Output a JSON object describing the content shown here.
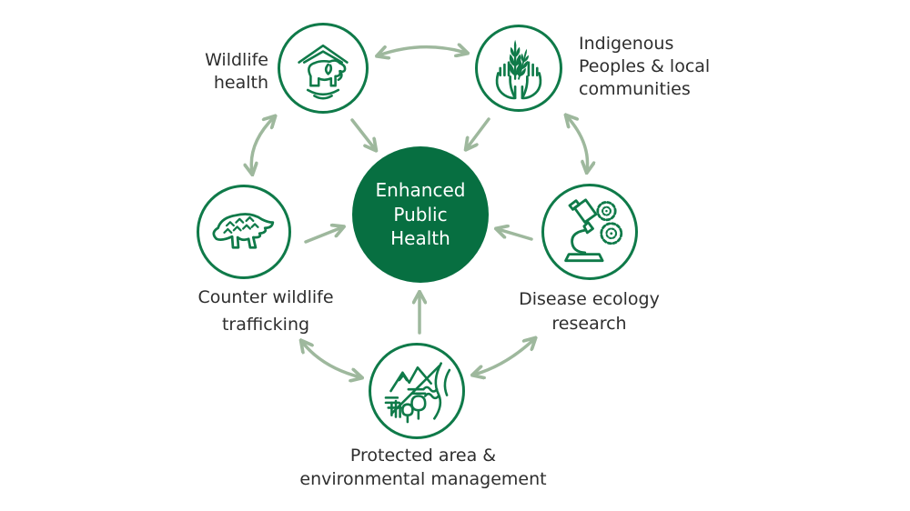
{
  "diagram": {
    "hub": {
      "label": "Enhanced\nPublic\nHealth",
      "fill_color": "#076f41",
      "text_color": "#ffffff"
    },
    "nodes": [
      {
        "id": "wildlife-health",
        "label": "Wildlife\nhealth",
        "icon": "elephant-shield-icon"
      },
      {
        "id": "indigenous-peoples",
        "label": "Indigenous\nPeoples & local\ncommunities",
        "icon": "hands-wheat-icon"
      },
      {
        "id": "disease-ecology",
        "label": "Disease ecology\nresearch",
        "icon": "microscope-virus-icon"
      },
      {
        "id": "protected-area",
        "label": "Protected area &\nenvironmental management",
        "icon": "landscape-globe-icon"
      },
      {
        "id": "counter-trafficking",
        "label": "Counter wildlife\ntrafficking",
        "icon": "pangolin-icon"
      }
    ],
    "connections": [
      {
        "from": "wildlife-health",
        "to": "indigenous-peoples",
        "bidirectional": true
      },
      {
        "from": "wildlife-health",
        "to": "counter-trafficking",
        "bidirectional": true
      },
      {
        "from": "indigenous-peoples",
        "to": "disease-ecology",
        "bidirectional": true
      },
      {
        "from": "counter-trafficking",
        "to": "protected-area",
        "bidirectional": true
      },
      {
        "from": "disease-ecology",
        "to": "protected-area",
        "bidirectional": true
      },
      {
        "from": "wildlife-health",
        "to": "hub",
        "bidirectional": false
      },
      {
        "from": "indigenous-peoples",
        "to": "hub",
        "bidirectional": false
      },
      {
        "from": "counter-trafficking",
        "to": "hub",
        "bidirectional": false
      },
      {
        "from": "disease-ecology",
        "to": "hub",
        "bidirectional": false
      },
      {
        "from": "protected-area",
        "to": "hub",
        "bidirectional": false
      }
    ],
    "colors": {
      "icon_stroke_green": "#0f7a49",
      "hub_green": "#076f41",
      "arrow_green": "#9eb89d",
      "label_text": "#2e2e2e"
    }
  }
}
